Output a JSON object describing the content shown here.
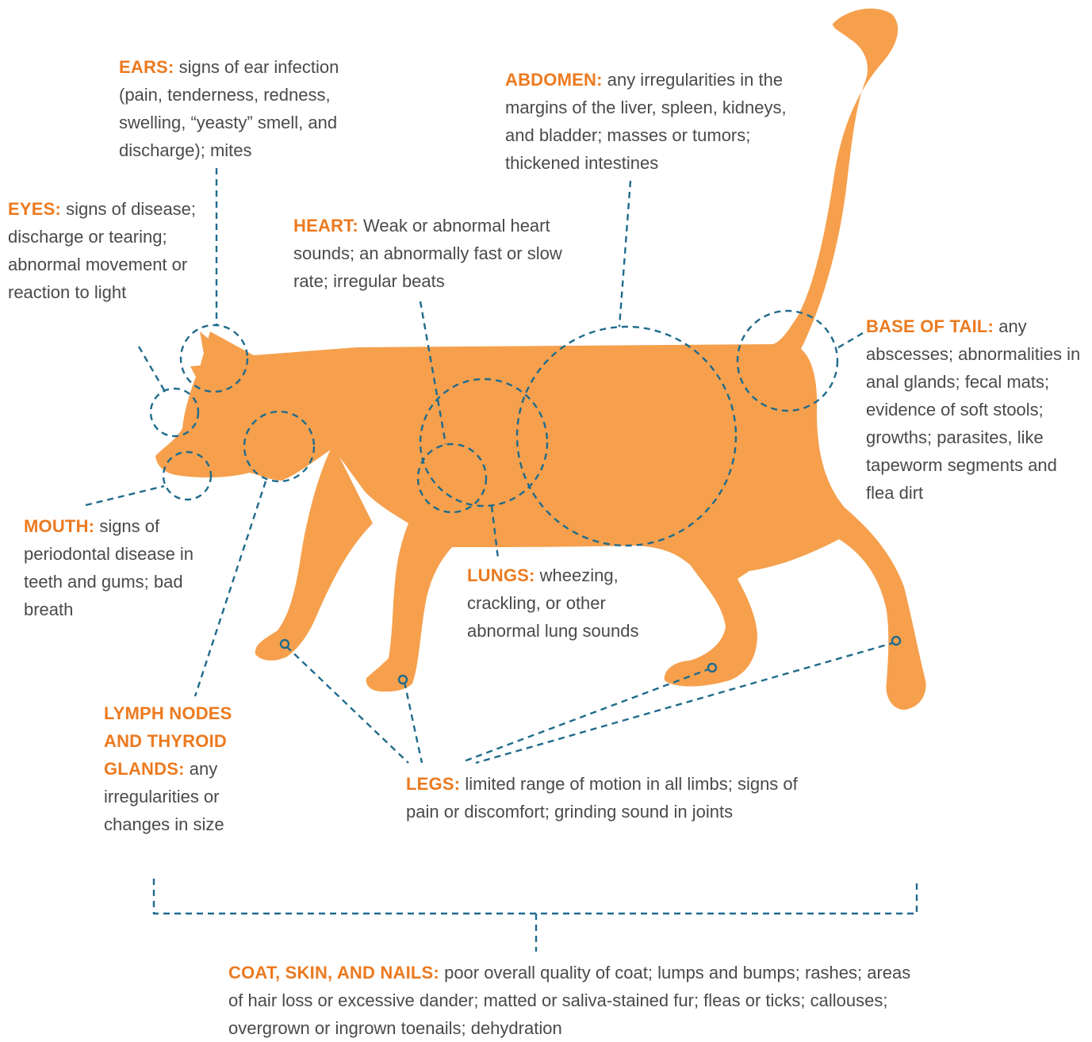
{
  "colors": {
    "cat_fill": "#f6a04d",
    "accent_orange": "#ec7a1f",
    "callout_blue": "#1f6b8c",
    "body_text": "#4a4a4a",
    "background": "#ffffff"
  },
  "labels": {
    "ears": {
      "heading": "EARS:",
      "text": "signs of ear infection (pain, tenderness, redness, swelling, “yeasty” smell, and discharge); mites"
    },
    "eyes": {
      "heading": "EYES:",
      "text": "signs of disease; discharge or tearing; abnormal movement or reaction to light"
    },
    "heart": {
      "heading": "HEART:",
      "text": "Weak or abnormal heart sounds; an abnormally fast or slow rate; irregular beats"
    },
    "abdomen": {
      "heading": "ABDOMEN:",
      "text": "any irregularities in the margins of the liver, spleen, kidneys, and bladder; masses or tumors; thickened intestines"
    },
    "base_of_tail": {
      "heading": "BASE OF TAIL:",
      "text": "any abscesses; abnormalities in anal glands; fecal mats; evidence of soft stools; growths; parasites, like tapeworm segments and flea dirt"
    },
    "mouth": {
      "heading": "MOUTH:",
      "text": "signs of periodontal disease in teeth and gums; bad breath"
    },
    "lungs": {
      "heading": "LUNGS:",
      "text": "wheezing, crackling, or other abnormal lung sounds"
    },
    "lymph_nodes": {
      "heading": "LYMPH NODES AND THYROID GLANDS:",
      "text": "any irregularities or changes in size"
    },
    "legs": {
      "heading": "LEGS:",
      "text": "limited range of motion in all limbs; signs of pain or discomfort; grinding sound in joints"
    },
    "coat": {
      "heading": "COAT, SKIN, AND NAILS:",
      "text": "poor overall quality of coat; lumps and bumps; rashes; areas of hair loss or excessive dander; matted or saliva-stained fur; fleas or ticks; callouses; overgrown or ingrown toenails; dehydration"
    }
  }
}
